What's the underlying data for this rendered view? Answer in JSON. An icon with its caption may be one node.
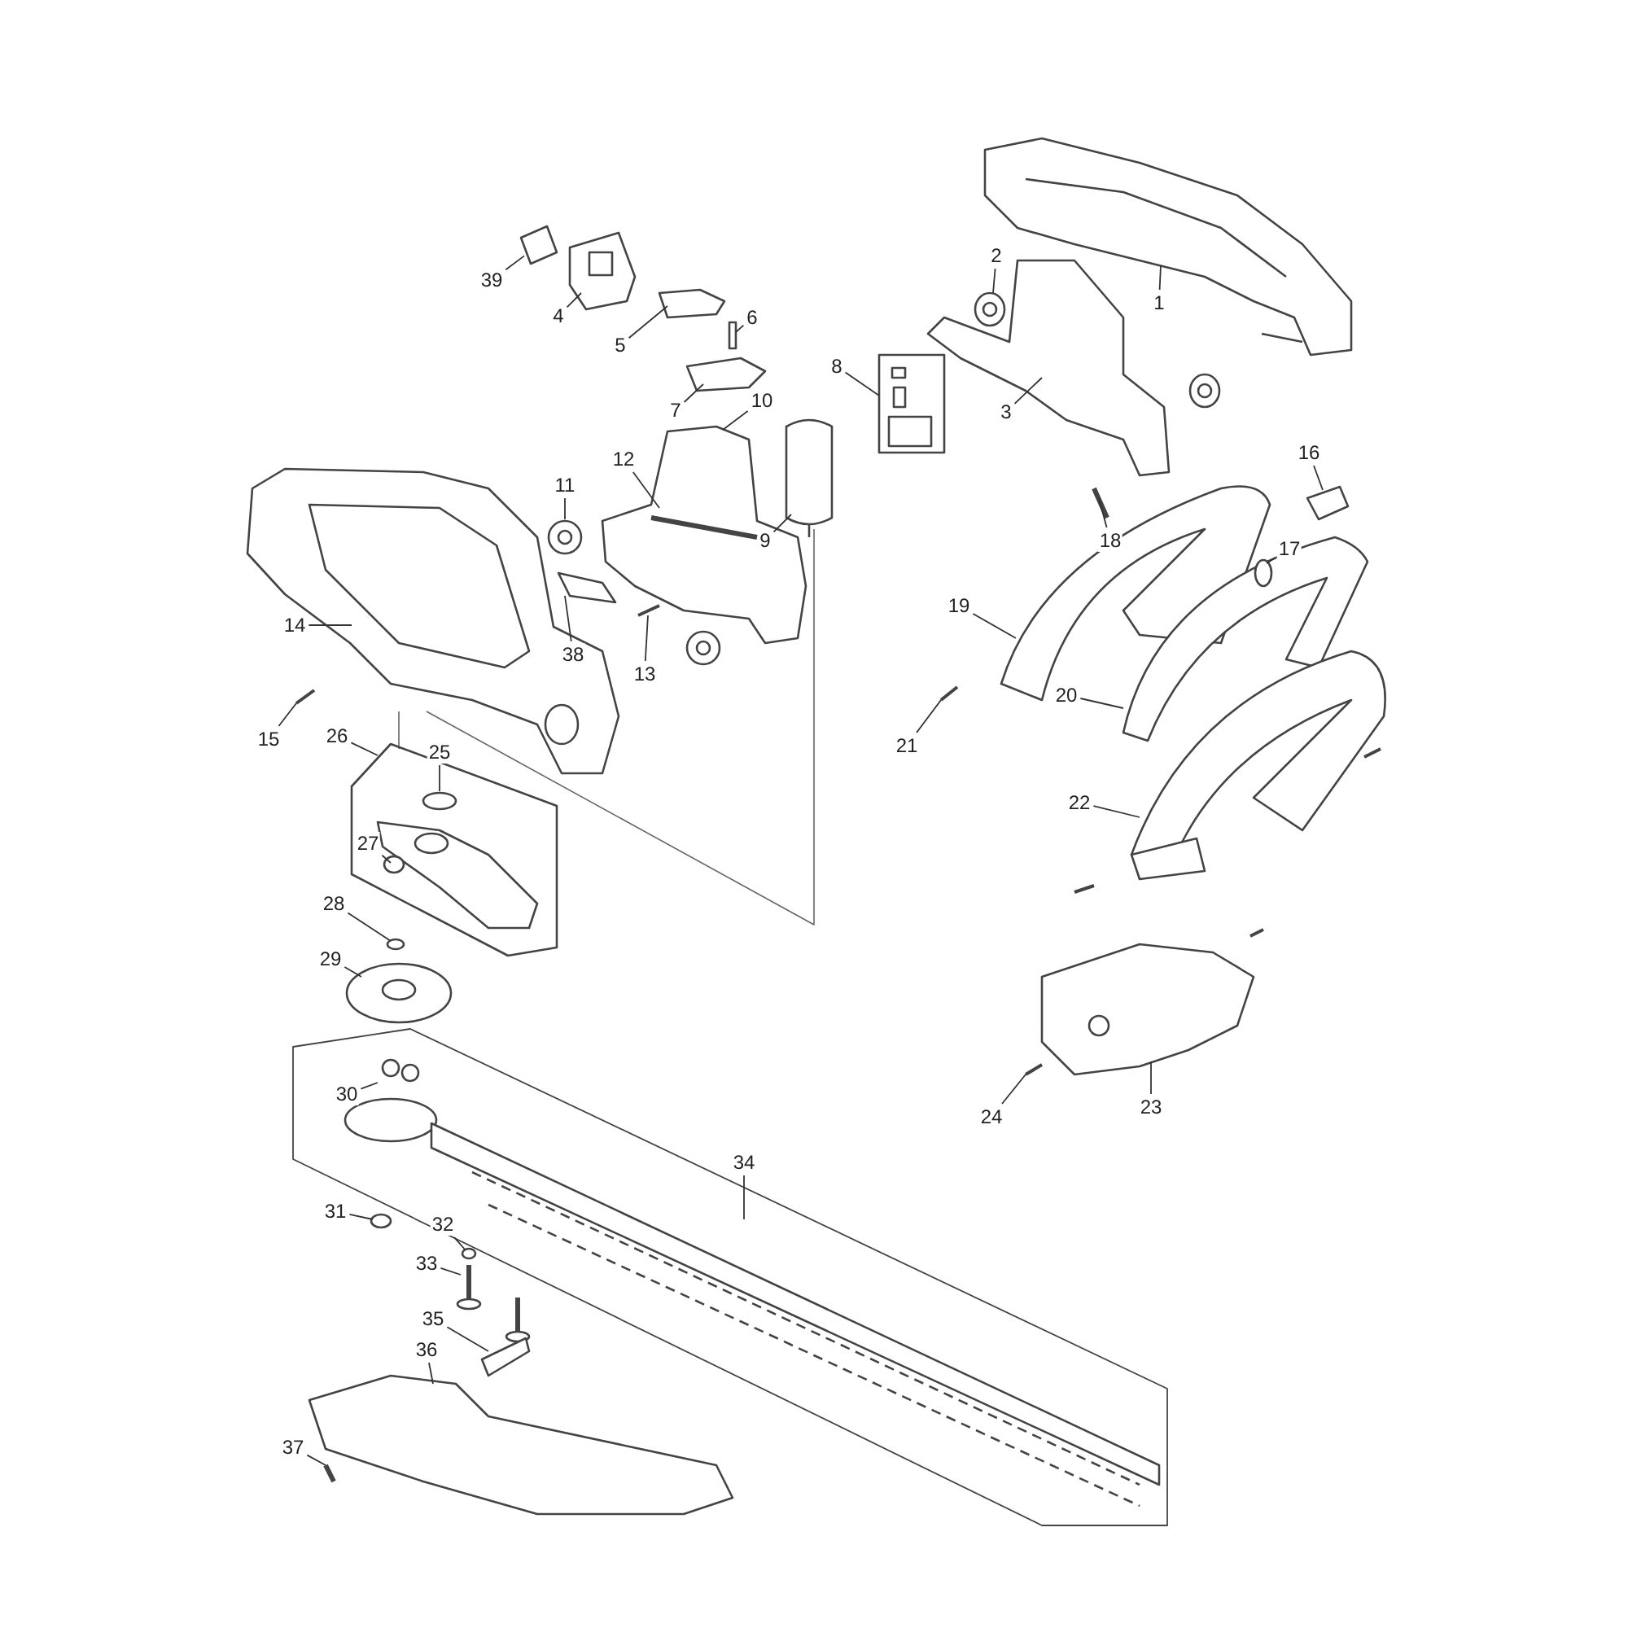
{
  "diagram": {
    "nodes": [
      {
        "text": [
          "1"
        ]
      },
      {
        "text": [
          "2"
        ]
      },
      {
        "text": [
          "3"
        ]
      },
      {
        "text": [
          "4"
        ]
      },
      {
        "text": [
          "5"
        ]
      },
      {
        "text": [
          "6"
        ]
      },
      {
        "text": [
          "7"
        ]
      },
      {
        "text": [
          "8"
        ]
      },
      {
        "text": [
          "9"
        ]
      },
      {
        "text": [
          "10"
        ]
      },
      {
        "text": [
          "11"
        ]
      },
      {
        "text": [
          "12"
        ]
      },
      {
        "text": [
          "13"
        ]
      },
      {
        "text": [
          "14"
        ]
      },
      {
        "text": [
          "15"
        ]
      },
      {
        "text": [
          "16"
        ]
      },
      {
        "text": [
          "17"
        ]
      },
      {
        "text": [
          "18"
        ]
      },
      {
        "text": [
          "19"
        ]
      },
      {
        "text": [
          "20"
        ]
      },
      {
        "text": [
          "21"
        ]
      },
      {
        "text": [
          "22"
        ]
      },
      {
        "text": [
          "23"
        ]
      },
      {
        "text": [
          "24"
        ]
      },
      {
        "text": [
          "25"
        ]
      },
      {
        "text": [
          "26"
        ]
      },
      {
        "text": [
          "27"
        ]
      },
      {
        "text": [
          "28"
        ]
      },
      {
        "text": [
          "29"
        ]
      },
      {
        "text": [
          "30"
        ]
      },
      {
        "text": [
          "31"
        ]
      },
      {
        "text": [
          "32"
        ]
      },
      {
        "text": [
          "33"
        ]
      },
      {
        "text": [
          "34"
        ]
      },
      {
        "text": [
          "35"
        ]
      },
      {
        "text": [
          "36"
        ]
      },
      {
        "text": [
          "37"
        ]
      },
      {
        "text": [
          "38"
        ]
      },
      {
        "text": [
          "39"
        ]
      },
      {
        "text": [],
        "shape": "picture"
      },
      {
        "text": [],
        "shape": "picture"
      }
    ],
    "edges": [
      {
        "from": 0,
        "to": null,
        "arrow": "none"
      },
      {
        "from": 1,
        "to": null,
        "arrow": "none"
      },
      {
        "from": 2,
        "to": null,
        "arrow": "none"
      },
      {
        "from": 3,
        "to": null,
        "arrow": "none"
      },
      {
        "from": 4,
        "to": null,
        "arrow": "none"
      },
      {
        "from": 5,
        "to": null,
        "arrow": "none"
      },
      {
        "from": 6,
        "to": null,
        "arrow": "none"
      },
      {
        "from": 7,
        "to": null,
        "arrow": "none"
      },
      {
        "from": 8,
        "to": null,
        "arrow": "none"
      },
      {
        "from": 9,
        "to": null,
        "arrow": "none"
      },
      {
        "from": 10,
        "to": null,
        "arrow": "none"
      },
      {
        "from": 11,
        "to": null,
        "arrow": "none"
      },
      {
        "from": 12,
        "to": null,
        "arrow": "none"
      },
      {
        "from": 13,
        "to": null,
        "arrow": "none"
      },
      {
        "from": 14,
        "to": null,
        "arrow": "none"
      },
      {
        "from": 15,
        "to": 39,
        "arrow": "none"
      },
      {
        "from": 16,
        "to": null,
        "arrow": "none"
      },
      {
        "from": 17,
        "to": null,
        "arrow": "none"
      },
      {
        "from": 18,
        "to": null,
        "arrow": "none"
      },
      {
        "from": 19,
        "to": null,
        "arrow": "none"
      },
      {
        "from": 20,
        "to": null,
        "arrow": "none"
      },
      {
        "from": 21,
        "to": null,
        "arrow": "none"
      },
      {
        "from": 22,
        "to": null,
        "arrow": "none"
      },
      {
        "from": 23,
        "to": null,
        "arrow": "none"
      },
      {
        "from": 24,
        "to": null,
        "arrow": "none"
      },
      {
        "from": 25,
        "to": null,
        "arrow": "none"
      },
      {
        "from": 26,
        "to": null,
        "arrow": "none"
      },
      {
        "from": 27,
        "to": null,
        "arrow": "none"
      },
      {
        "from": 28,
        "to": null,
        "arrow": "none"
      },
      {
        "from": 29,
        "to": null,
        "arrow": "none"
      },
      {
        "from": 30,
        "to": null,
        "arrow": "none"
      },
      {
        "from": 31,
        "to": null,
        "arrow": "none"
      },
      {
        "from": 32,
        "to": null,
        "arrow": "none"
      },
      {
        "from": 33,
        "to": null,
        "arrow": "none"
      },
      {
        "from": 34,
        "to": null,
        "arrow": "none"
      },
      {
        "from": 35,
        "to": null,
        "arrow": "none"
      },
      {
        "from": 36,
        "to": null,
        "arrow": "none"
      },
      {
        "from": 37,
        "to": null,
        "arrow": "none"
      },
      {
        "from": 38,
        "to": 40,
        "arrow": "none"
      }
    ]
  }
}
